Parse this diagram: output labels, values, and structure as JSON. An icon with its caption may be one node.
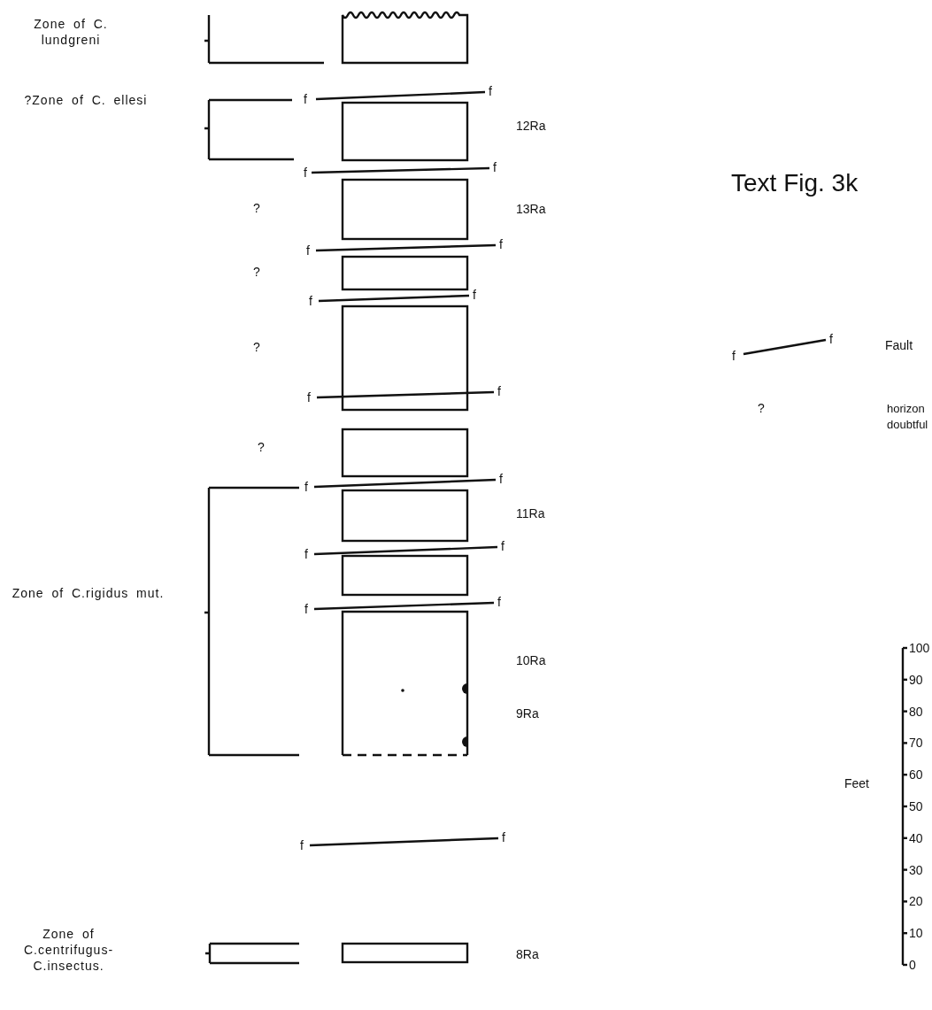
{
  "diagram": {
    "title": "Text Fig. 3k",
    "labels": [
      "Zone of C. lundgreni",
      "?Zone of C. ellesi",
      "f",
      "f",
      "12Ra",
      "f",
      "f",
      "?",
      "13Ra",
      "f",
      "f",
      "?",
      "f",
      "f",
      "?",
      "f",
      "f",
      "?",
      "f",
      "f",
      "11Ra",
      "f",
      "f",
      "Zone of C.rigidus mut.",
      "f",
      "f",
      "10Ra",
      "9Ra",
      "f",
      "f",
      "Zone of C.centrifugus- C.insectus.",
      "8Ra",
      "f",
      "f",
      "?",
      "Feet",
      "100",
      "90",
      "80",
      "70",
      "60",
      "50",
      "40",
      "30",
      "20",
      "10",
      "0"
    ],
    "legend": [
      {
        "text": "Fault"
      },
      {
        "text": "horizon doubtful"
      }
    ]
  }
}
